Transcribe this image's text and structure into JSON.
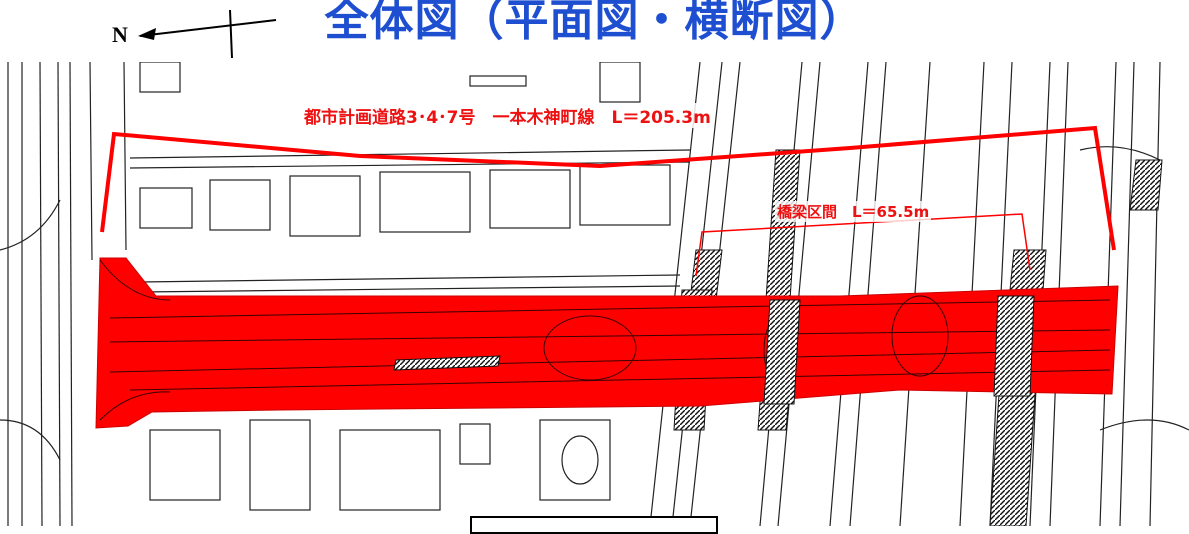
{
  "title": "全体図（平面図・横断図）",
  "compass": {
    "label": "N"
  },
  "road_label": "都市計画道路3･4･7号　一本木神町線　L＝205.3m",
  "bridge_label": "橋梁区間　L＝65.5m",
  "colors": {
    "title": "#1f4fd1",
    "highlight": "#ff0000",
    "annotation": "#ee1111",
    "linework": "#222222"
  }
}
